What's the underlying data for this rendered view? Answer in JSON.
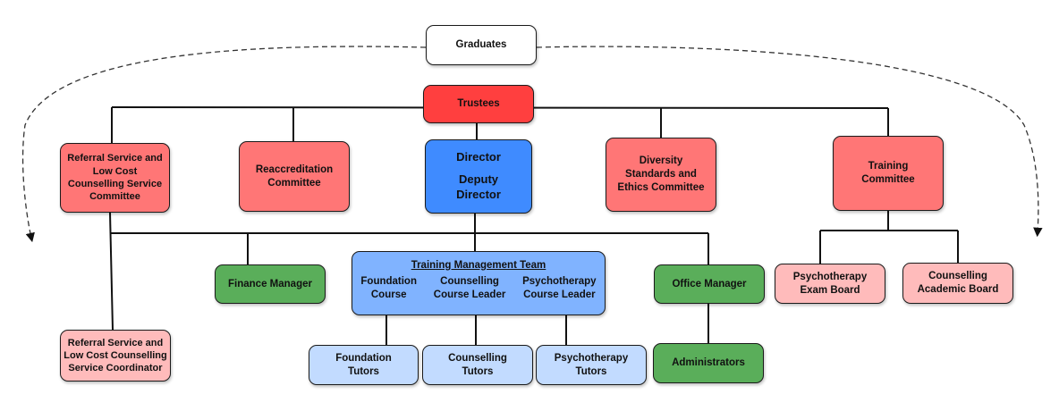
{
  "colors": {
    "white": "#ffffff",
    "red": "#ff3f3f",
    "salmon": "#ff7676",
    "pink": "#ffbbbb",
    "blue": "#3f8bff",
    "lightblue": "#80b3ff",
    "paleblue": "#c2dbff",
    "green": "#5aae5a",
    "line": "#111111"
  },
  "nodes": {
    "graduates": [
      "Graduates"
    ],
    "trustees": [
      "Trustees"
    ],
    "referral_committee": [
      "Referral Service and",
      "Low Cost",
      "Counselling Service",
      "Committee"
    ],
    "reaccreditation": [
      "Reaccreditation",
      "Committee"
    ],
    "director": "Director",
    "deputy_director": [
      "Deputy",
      "Director"
    ],
    "diversity": [
      "Diversity",
      "Standards and",
      "Ethics Committee"
    ],
    "training_committee": [
      "Training",
      "Committee"
    ],
    "finance_manager": [
      "Finance Manager"
    ],
    "training_management_team": {
      "title": "Training Management Team",
      "columns": [
        [
          "Foundation",
          "Course"
        ],
        [
          "Counselling",
          "Course Leader"
        ],
        [
          "Psychotherapy",
          "Course Leader"
        ]
      ]
    },
    "office_manager": [
      "Office Manager"
    ],
    "psychotherapy_exam_board": [
      "Psychotherapy",
      "Exam Board"
    ],
    "counselling_academic_board": [
      "Counselling",
      "Academic Board"
    ],
    "referral_coordinator": [
      "Referral Service and",
      "Low Cost Counselling",
      "Service Coordinator"
    ],
    "foundation_tutors": [
      "Foundation",
      "Tutors"
    ],
    "counselling_tutors": [
      "Counselling",
      "Tutors"
    ],
    "psychotherapy_tutors": [
      "Psychotherapy",
      "Tutors"
    ],
    "administrators": [
      "Administrators"
    ]
  }
}
